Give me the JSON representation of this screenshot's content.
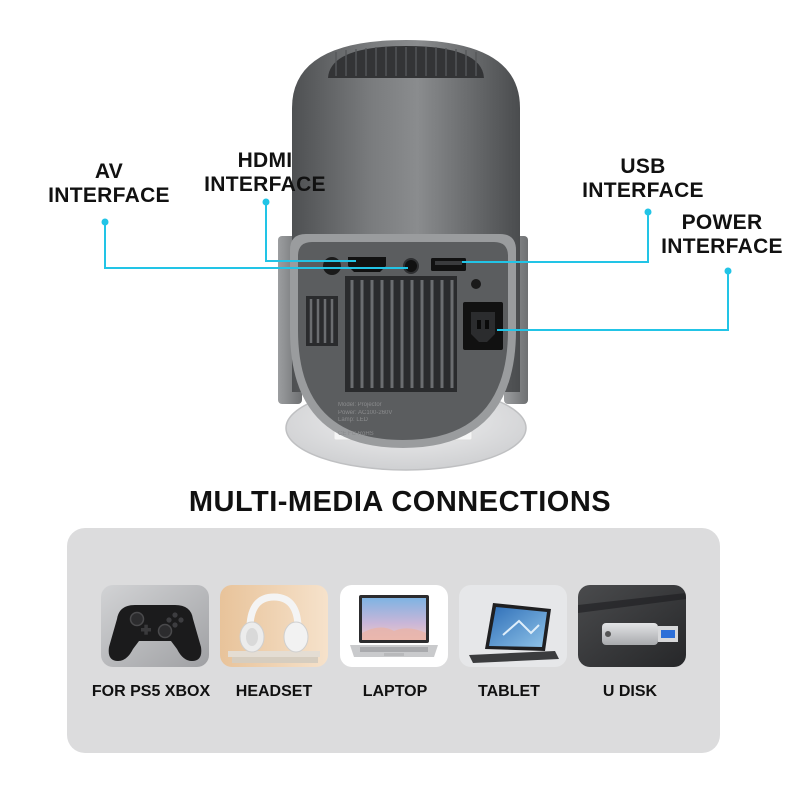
{
  "colors": {
    "callout_line": "#22c4e6",
    "panel_bg": "#dcdcdd",
    "body_gray": "#6d6f71",
    "text": "#111111"
  },
  "callouts": {
    "av": {
      "line1": "AV",
      "line2": "INTERFACE"
    },
    "hdmi": {
      "line1": "HDMI",
      "line2": "INTERFACE"
    },
    "usb": {
      "line1": "USB",
      "line2": "INTERFACE"
    },
    "power": {
      "line1": "POWER",
      "line2": "INTERFACE"
    }
  },
  "sticker": {
    "lines": [
      "Model:                    Projector",
      "Power: AC100-260V",
      "Lamp: LED",
      "CE FC RoHS"
    ]
  },
  "title": "MULTI-MEDIA CONNECTIONS",
  "devices": [
    {
      "label": "FOR PS5 XBOX",
      "icon": "gamepad-icon"
    },
    {
      "label": "HEADSET",
      "icon": "headphones-icon"
    },
    {
      "label": "LAPTOP",
      "icon": "laptop-icon"
    },
    {
      "label": "TABLET",
      "icon": "tablet-icon"
    },
    {
      "label": "U DISK",
      "icon": "usb-drive-icon"
    }
  ]
}
